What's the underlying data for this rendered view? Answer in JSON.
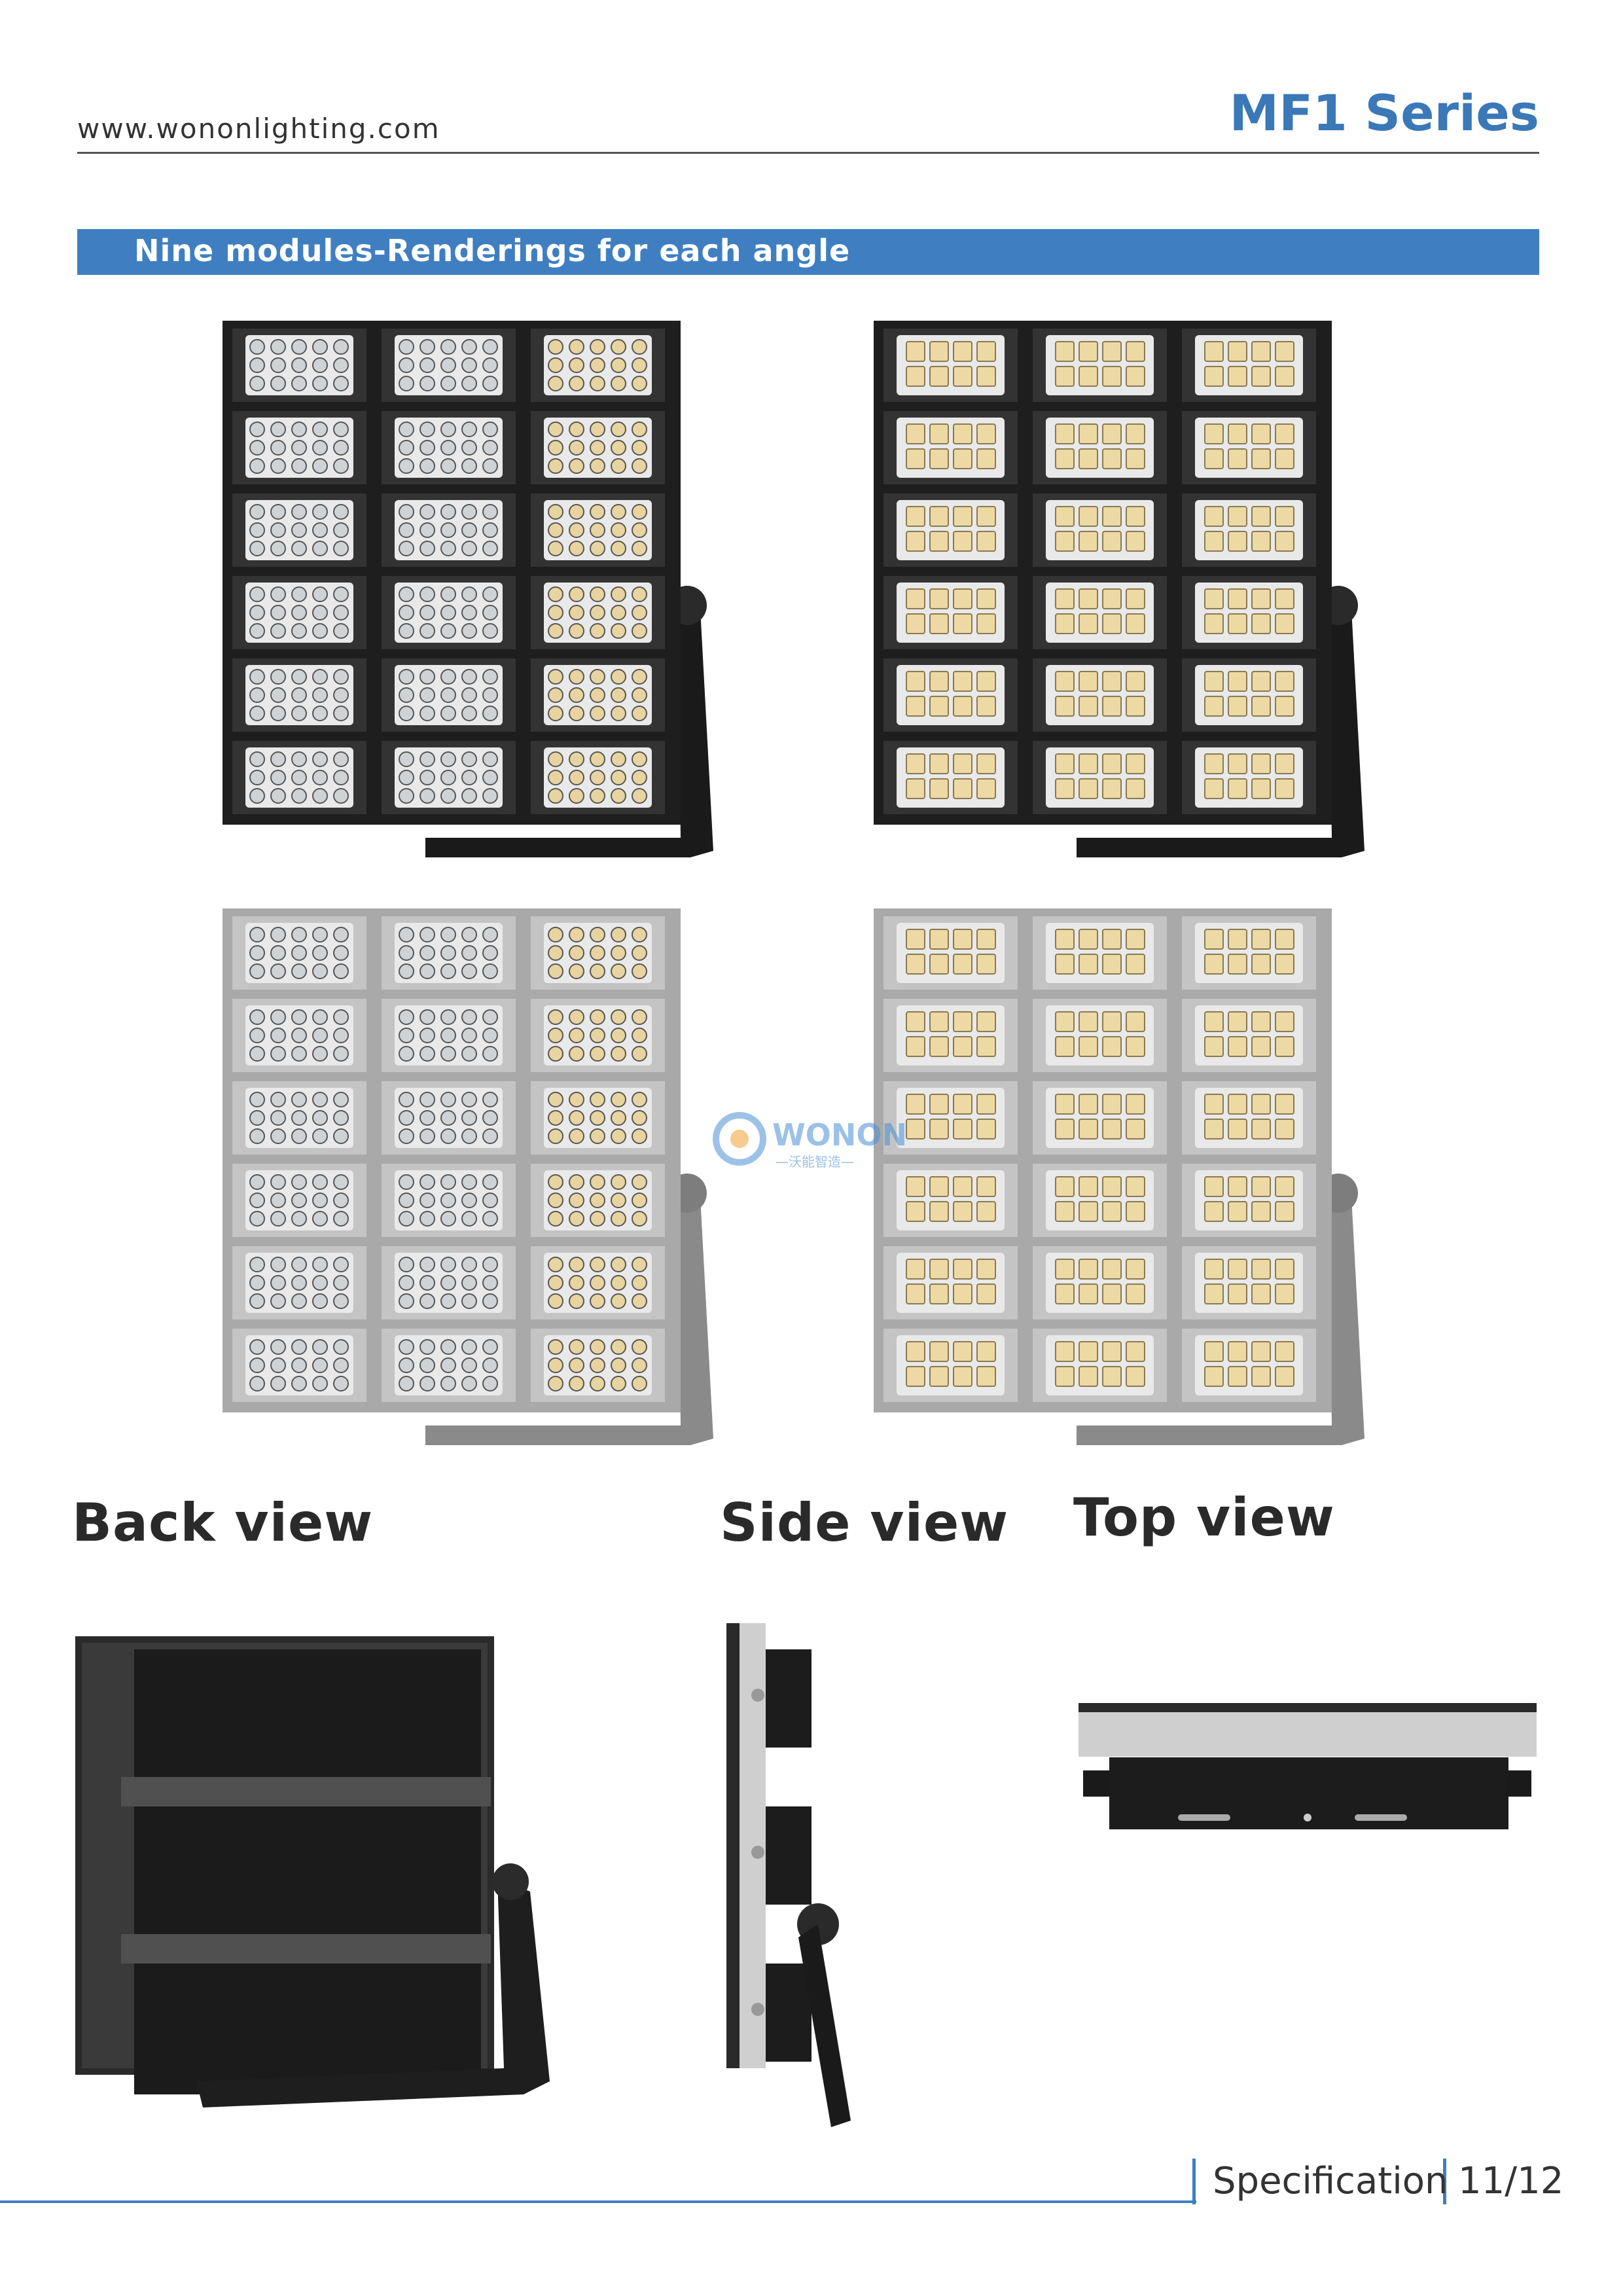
{
  "header": {
    "url": "www.wononlighting.com",
    "series": "MF1 Series"
  },
  "section": {
    "title": "Nine modules-Renderings for each angle"
  },
  "renderings": [
    {
      "finish": "black",
      "lens": "round"
    },
    {
      "finish": "black",
      "lens": "square"
    },
    {
      "finish": "grey",
      "lens": "round"
    },
    {
      "finish": "grey",
      "lens": "square"
    }
  ],
  "watermark": {
    "logo_text": "WONON",
    "sub_text": "—沃能智造—"
  },
  "views": {
    "back": "Back view",
    "side": "Side view",
    "top": "Top view"
  },
  "footer": {
    "label": "Specification",
    "page": "11/12"
  },
  "colors": {
    "accent": "#3f7fc1",
    "title": "#3a78b8"
  }
}
